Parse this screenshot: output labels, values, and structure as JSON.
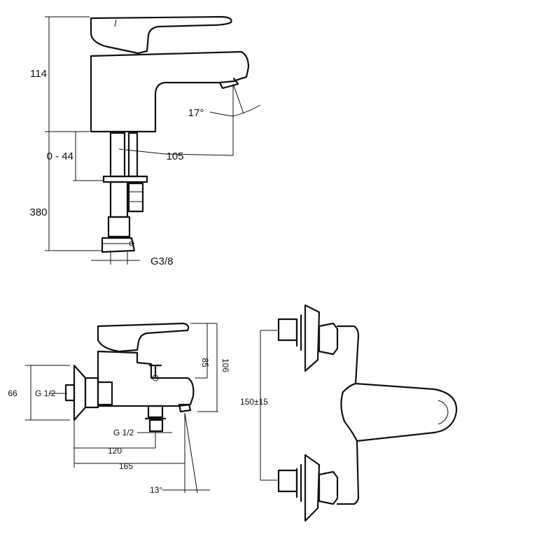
{
  "basin_mixer": {
    "height_body": "114",
    "adjust_range": "0 - 44",
    "hose_length": "380",
    "projection": "105",
    "spout_angle": "17°",
    "thread": "G3/8"
  },
  "bath_mixer_side": {
    "height_85": "85",
    "height_106": "106",
    "height_66": "66",
    "inlet_thread": "G 1/2",
    "outlet_thread": "G 1/2",
    "depth_120": "120",
    "depth_165": "165",
    "spout_angle": "13°"
  },
  "bath_mixer_front": {
    "centre_distance": "150±15"
  }
}
